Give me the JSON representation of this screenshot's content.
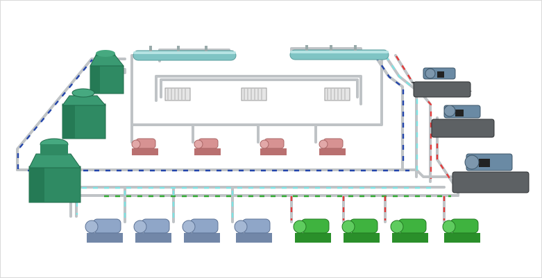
{
  "diagram": {
    "kind": "chilled-water plant schematic (3D)",
    "components": {
      "cooling_towers": 3,
      "chillers": 3,
      "headers": 2,
      "terminal_coils": 3,
      "secondary_pumps": 4,
      "cooling_water_pumps": 4,
      "chilled_water_pumps": 4
    },
    "colors": {
      "pipe": "#bfc3c6",
      "pipe_edge": "#8f9396",
      "tower": "#2f8a63",
      "tower_dark": "#1f6a4a",
      "chiller_shell": "#5d6164",
      "chiller_top": "#6a8aa4",
      "header": "#7fc4c4",
      "pump_pink": "#d79292",
      "pump_blue": "#8fa6c8",
      "pump_green": "#3fb33f",
      "flow_red": "#e43a3a",
      "flow_blue": "#2244aa",
      "flow_cyan": "#7fe3e3",
      "flow_green": "#2fa82f"
    }
  }
}
